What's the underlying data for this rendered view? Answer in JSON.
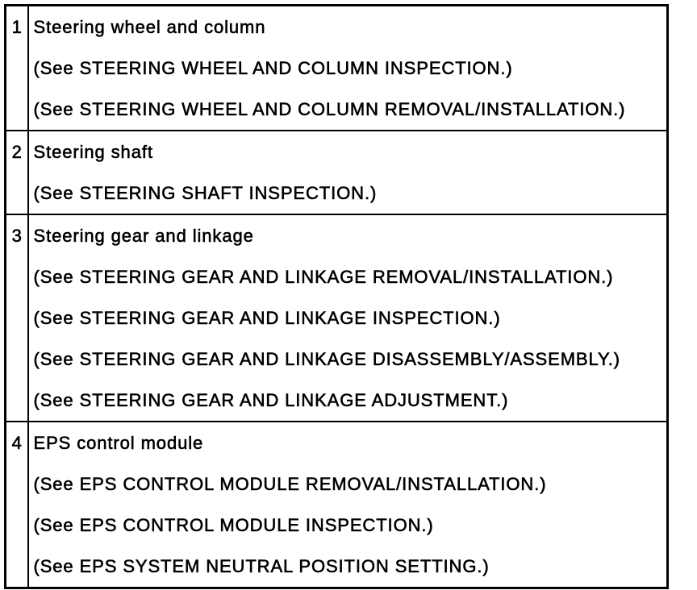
{
  "document": {
    "kind": "service-manual parts reference table",
    "colors": {
      "border": "#000000",
      "text": "#000000",
      "background": "#ffffff"
    },
    "table": {
      "rows": [
        {
          "num": "1",
          "title": "Steering wheel and column",
          "refs": [
            "(See STEERING WHEEL AND COLUMN INSPECTION.)",
            "(See STEERING WHEEL AND COLUMN REMOVAL/INSTALLATION.)"
          ]
        },
        {
          "num": "2",
          "title": "Steering shaft",
          "refs": [
            "(See STEERING SHAFT INSPECTION.)"
          ]
        },
        {
          "num": "3",
          "title": "Steering gear and linkage",
          "refs": [
            "(See STEERING GEAR AND LINKAGE REMOVAL/INSTALLATION.)",
            "(See STEERING GEAR AND LINKAGE INSPECTION.)",
            "(See STEERING GEAR AND LINKAGE DISASSEMBLY/ASSEMBLY.)",
            "(See STEERING GEAR AND LINKAGE ADJUSTMENT.)"
          ]
        },
        {
          "num": "4",
          "title": "EPS control module",
          "refs": [
            "(See EPS CONTROL MODULE REMOVAL/INSTALLATION.)",
            "(See EPS CONTROL MODULE INSPECTION.)",
            "(See EPS SYSTEM NEUTRAL POSITION SETTING.)"
          ]
        }
      ]
    }
  }
}
